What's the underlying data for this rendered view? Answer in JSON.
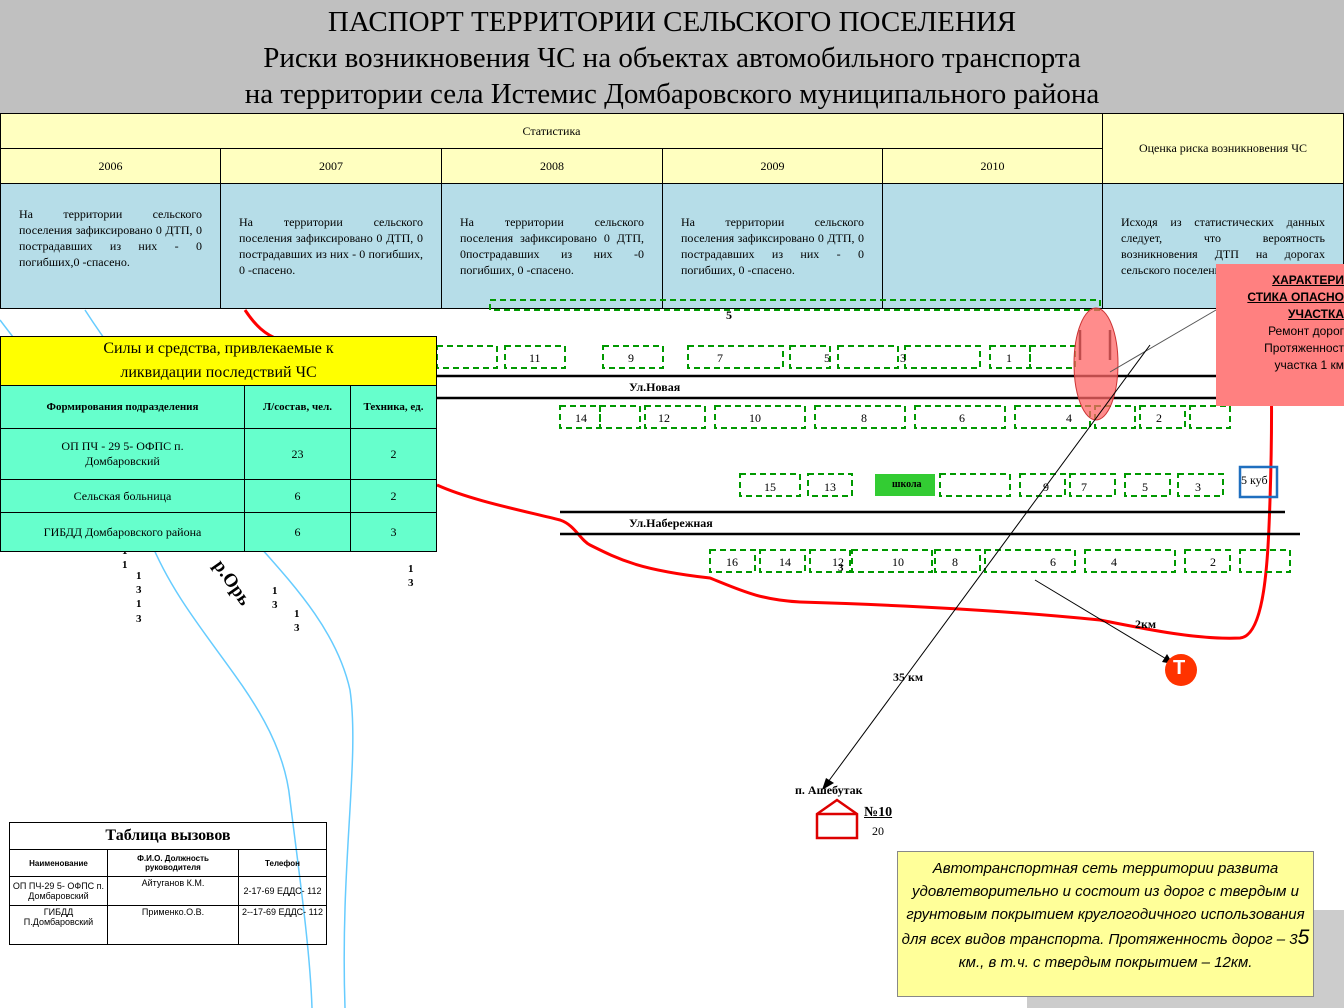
{
  "header": {
    "line1": "ПАСПОРТ ТЕРРИТОРИИ СЕЛЬСКОГО ПОСЕЛЕНИЯ",
    "line2": "Риски возникновения ЧС на объектах автомобильного транспорта",
    "line3": "на территории села Истемис Домбаровского муниципального района"
  },
  "stats": {
    "title": "Статистика",
    "risk_header": "Оценка риска возникновения ЧС",
    "years": [
      "2006",
      "2007",
      "2008",
      "2009",
      "2010"
    ],
    "texts": [
      "На территории сельского поселения зафиксировано 0 ДТП, 0 пострадавших из них - 0 погибших,0 -спасено.",
      "На территории сельского поселения зафиксировано 0 ДТП, 0 пострадавших из них - 0 погибших, 0 -спасено.",
      "На территории сельского поселения зафиксировано 0 ДТП, 0пострадавших из них -0 погибших, 0 -спасено.",
      "На территории сельского поселения зафиксировано 0 ДТП, 0 пострадавших из них - 0 погибших, 0 -спасено.",
      ""
    ],
    "risk_text": "Исходя из статистических данных следует, что вероятность возникновения ДТП на дорогах сельского поселения не высока"
  },
  "callout": {
    "line1": "ХАРАКТЕРИ",
    "line2": "СТИКА ОПАСНО",
    "line3": "УЧАСТКА",
    "line4": "Ремонт дорог",
    "line5": "Протяженност",
    "line6": "участка 1 км"
  },
  "forces": {
    "title_line1": "Силы и средства, привлекаемые к",
    "title_line2": "ликвидации последствий ЧС",
    "col1": "Формирования подразделения",
    "col2": "Л/состав, чел.",
    "col3": "Техника, ед.",
    "rows": [
      {
        "name": "ОП ПЧ - 29 5- ОФПС п. Домбаровский",
        "staff": "23",
        "tech": "2"
      },
      {
        "name": "Сельская больница",
        "staff": "6",
        "tech": "2"
      },
      {
        "name": "ГИБДД Домбаровского района",
        "staff": "6",
        "tech": "3"
      }
    ]
  },
  "calls": {
    "title": "Таблица вызовов",
    "col1": "Наименование",
    "col2": "Ф.И.О. Должность руководителя",
    "col3": "Телефон",
    "rows": [
      {
        "name": "ОП ПЧ-29 5- ОФПС п. Домбаровский",
        "head": "Айтуганов К.М.",
        "phone": "2-17-69 ЕДДС- 112"
      },
      {
        "name": "ГИБДД П.Домбаровский",
        "head": "Применко.О.В.",
        "phone": "2--17-69 ЕДДС- 112"
      }
    ]
  },
  "summary": {
    "text_part1": "Автотранспортная сеть территории развита удовлетворительно и состоит из дорог с твердым и грунтовым покрытием круглогодичного использования для всех видов транспорта. Протяженность дорог – 3",
    "text_big": "5",
    "text_part2": " км., в т.ч. с твердым покрытием – 12км."
  },
  "map": {
    "street_novaya": "Ул.Новая",
    "street_naberezhnaya": "Ул.Набережная",
    "river": "р.Орь",
    "school": "школа",
    "water": "5 куб",
    "dist_35": "35 км",
    "dist_2": "2км",
    "village": "п. Ашебутак",
    "house_no": "№10",
    "house_sub": "20",
    "top_number": "5",
    "fuel_letter": "Т",
    "row1_numbers": [
      "11",
      "9",
      "7",
      "5",
      "3",
      "1"
    ],
    "row2_numbers": [
      "14",
      "12",
      "10",
      "8",
      "6",
      "4",
      "2"
    ],
    "row3_numbers": [
      "15",
      "13",
      "9",
      "7",
      "5",
      "3"
    ],
    "row4_numbers": [
      "16",
      "14",
      "12",
      "10",
      "8",
      "6",
      "4",
      "2"
    ],
    "stray_marks": [
      "1",
      "1",
      "1",
      "3",
      "1",
      "3",
      "1",
      "3",
      "1",
      "3",
      "1",
      "3",
      "3"
    ],
    "colors": {
      "road_red": "#ff0000",
      "house_green": "#009900",
      "river": "#66ccff",
      "callout": "#ff8080"
    }
  }
}
